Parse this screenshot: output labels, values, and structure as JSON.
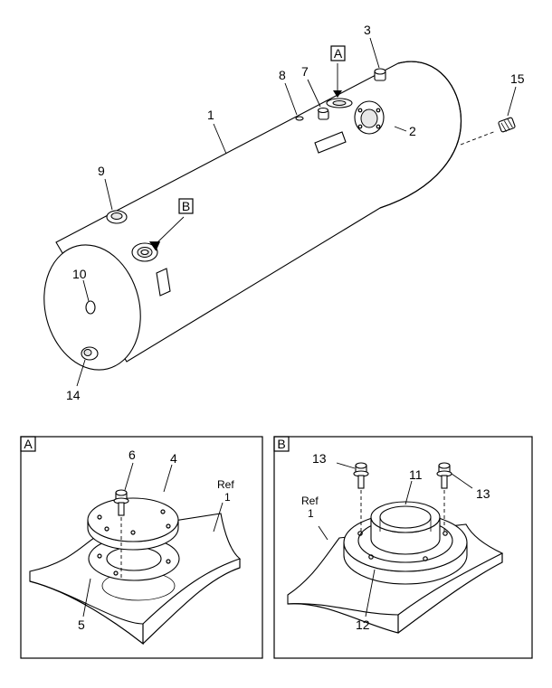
{
  "main": {
    "callouts": {
      "c1": "1",
      "c2": "2",
      "c3": "3",
      "c7": "7",
      "c8": "8",
      "c9": "9",
      "c10": "10",
      "c14": "14",
      "c15": "15"
    },
    "view_refs": {
      "a": "A",
      "b": "B"
    }
  },
  "detail_a": {
    "title": "A",
    "callouts": {
      "c4": "4",
      "c5": "5",
      "c6": "6"
    },
    "ref_word": "Ref",
    "ref_num": "1"
  },
  "detail_b": {
    "title": "B",
    "callouts": {
      "c11": "11",
      "c12": "12",
      "c13_left": "13",
      "c13_right": "13"
    },
    "ref_word": "Ref",
    "ref_num": "1"
  }
}
